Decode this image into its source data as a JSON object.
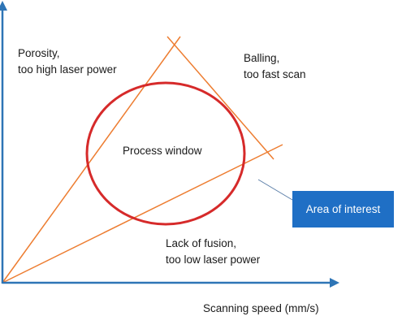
{
  "diagram": {
    "labels": {
      "porosity_line1": "Porosity,",
      "porosity_line2": "too high laser power",
      "balling_line1": "Balling,",
      "balling_line2": "too fast scan",
      "process_window": "Process window",
      "fusion_line1": "Lack of fusion,",
      "fusion_line2": "too low laser power",
      "x_axis": "Scanning speed (mm/s)"
    },
    "callout": {
      "label": "Area of interest"
    },
    "colors": {
      "axis": "#2e75b6",
      "boundary_lines": "#ed7d31",
      "process_window_circle": "#d62a2a",
      "callout_box": "#1f6fc5",
      "callout_leader": "#5b7ea8"
    }
  }
}
